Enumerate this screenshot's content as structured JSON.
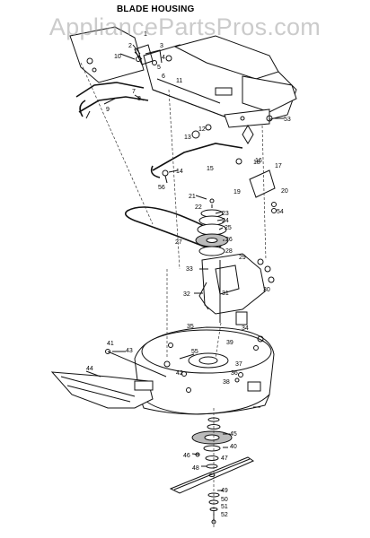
{
  "title": "BLADE HOUSING",
  "watermark": "AppliancePartsPros.com",
  "part_labels": [
    "1",
    "2",
    "3",
    "4",
    "5",
    "6",
    "7",
    "8",
    "9",
    "10",
    "11",
    "12",
    "13",
    "14",
    "15",
    "16",
    "17",
    "18",
    "19",
    "20",
    "21",
    "22",
    "23",
    "24",
    "25",
    "26",
    "27",
    "28",
    "29",
    "30",
    "31",
    "32",
    "33",
    "34",
    "35",
    "36",
    "37",
    "38",
    "39",
    "40",
    "41",
    "42",
    "43",
    "44",
    "45",
    "46",
    "47",
    "48",
    "49",
    "50",
    "51",
    "52",
    "53",
    "54",
    "55",
    "56"
  ]
}
